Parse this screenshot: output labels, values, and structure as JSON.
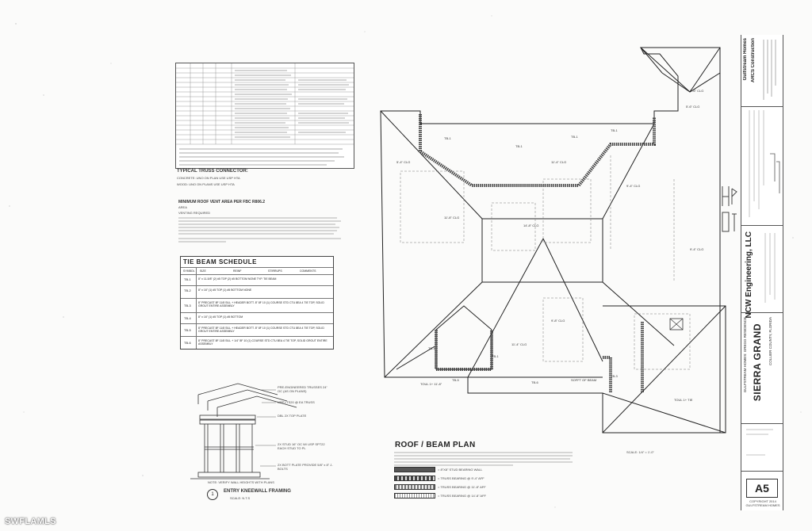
{
  "watermark": "SWFLAMLS",
  "connector_table": {
    "title": "TYPICAL TRUSS CONNECTOR:",
    "note1": "CONCRETE: UNO ON PLAN USE USP HTA",
    "note2": "WOOD: UNO ON PLANS USE USP HTA"
  },
  "vent": {
    "title": "MINIMUM ROOF VENT AREA PER FBC R806.2",
    "area_label": "AREA",
    "required_label": "VENTING REQUIRED"
  },
  "tie_beam": {
    "title": "TIE BEAM SCHEDULE",
    "headers": [
      "SYMBOL",
      "SIZE",
      "REINF",
      "STIRRUPS",
      "COMMENTS"
    ],
    "rows": [
      {
        "mark": "TB-1",
        "desc": "8\" x 11-5/8\"  (2) #5 TOP  (2) #5 BOTTOM  NONE  TYP. TIE BEAM"
      },
      {
        "mark": "TB-2",
        "desc": "8\" x 16\"  (1) #5 TOP  (1) #5 BOTTOM  NONE"
      },
      {
        "mark": "TB-3",
        "desc": "8\" PRECAST 8F 11/8 SILL + HEADER BOTT. 8\" 8F 10 (1) COURSE STD CTU 8EA 4 TIE TOP, SOLID GROUT ENTIRE ASSEMBLY"
      },
      {
        "mark": "TB-4",
        "desc": "8\" x 16\"  (1) #5 TOP  (1) #5 BOTTOM"
      },
      {
        "mark": "TB-5",
        "desc": "8\" PRECAST 8F 11/8 SILL + HEADER BOTT. 8\" 8F 10 (1) COURSE STD CTU 8EA 4 TIE TOP, SOLID GROUT ENTIRE ASSEMBLY"
      },
      {
        "mark": "TB-6",
        "desc": "8\" PRECAST 8F 11/8 SILL + 1/4\" 8F 10 (1) COURSE STD CTU 8EA 4 TIE TOP, SOLID GROUT ENTIRE ASSEMBLY"
      }
    ]
  },
  "kneewall": {
    "title": "ENTRY KNEEWALL FRAMING",
    "scale": "SCALE: N.T.S",
    "number": "1",
    "notes": [
      "PRE-ENGINEERED TRUSSES 24\" OC (AS ON PLANS)",
      "USP LTS20 @ EA TRUSS",
      "DBL 2X TOP PLATE",
      "2X STUD 16\" OC W/ USP SPT22 EACH STUD TO PL",
      "2X BOTT PLATE PROVIDE 5/8\" x 8\" J-BOLTS"
    ],
    "verify": "NOTE: VERIFY WALL HEIGHTS WITH PLANS"
  },
  "plan": {
    "title": "ROOF / BEAM PLAN",
    "scale": "SCALE: 1/4\" = 1'-0\"",
    "legend": [
      "= 8\"X8\" STUD BEARING WALL",
      "= TRUSS BEARING @ 9'-4\" AFF",
      "= TRUSS BEARING @ 11'-8\" AFF",
      "= TRUSS BEARING @ 14'-8\" AFF"
    ]
  },
  "title_block": {
    "builder1": "Gulfstream Homes",
    "builder2": "ARCS Construction",
    "engineer": "NCW Engineering, LLC",
    "project": "SIERRA GRAND",
    "client": "GULFSTREAM HOMES: GREGG RESIDENCE",
    "county": "COLLIER COUNTY, FLORIDA",
    "sheet": "A5",
    "stamp": "COPYRIGHT 2014 GULFSTREAM HOMES"
  }
}
